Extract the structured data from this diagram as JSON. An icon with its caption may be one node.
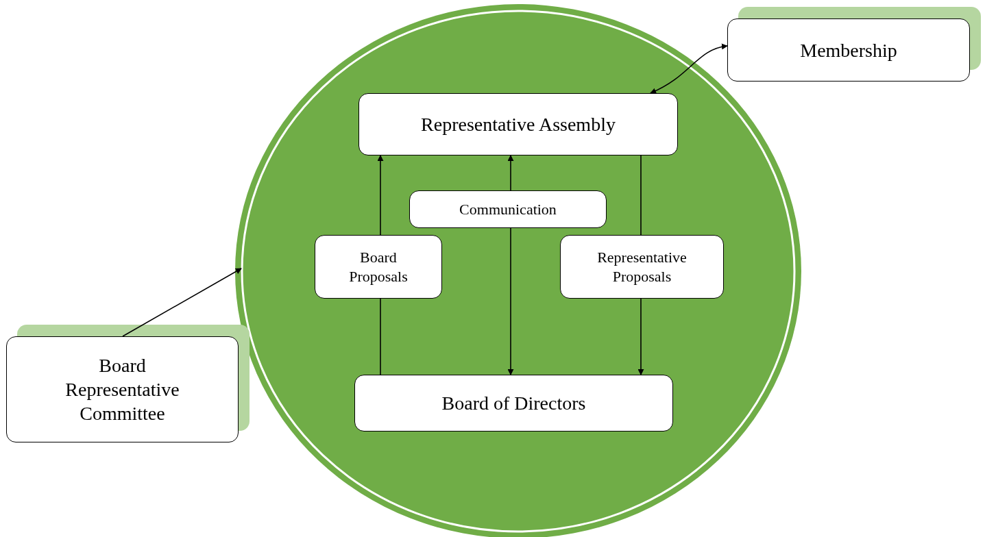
{
  "diagram": {
    "nodes": [
      {
        "text": [],
        "shape": "circle"
      },
      {
        "text": [
          "Membership"
        ]
      },
      {
        "text": [
          "Representative Assembly"
        ],
        "in": 0
      },
      {
        "text": [
          "Communication"
        ],
        "in": 0
      },
      {
        "text": [
          "Board Proposals"
        ],
        "in": 0
      },
      {
        "text": [
          "Representative Proposals"
        ],
        "in": 0
      },
      {
        "text": [
          "Board of Directors"
        ],
        "in": 0
      },
      {
        "text": [
          "Board Representative Committee"
        ]
      }
    ],
    "edges": [
      {
        "from": 1,
        "to": 2,
        "arrow": "both"
      },
      {
        "from": 6,
        "to": 4,
        "arrow": "none"
      },
      {
        "from": 4,
        "to": 2,
        "arrow": "to"
      },
      {
        "from": 3,
        "to": 2,
        "arrow": "to"
      },
      {
        "from": 3,
        "to": 6,
        "arrow": "to"
      },
      {
        "from": 2,
        "to": 5,
        "arrow": "none"
      },
      {
        "from": 5,
        "to": 6,
        "arrow": "to"
      },
      {
        "from": 7,
        "to": 0,
        "arrow": "to"
      }
    ]
  }
}
